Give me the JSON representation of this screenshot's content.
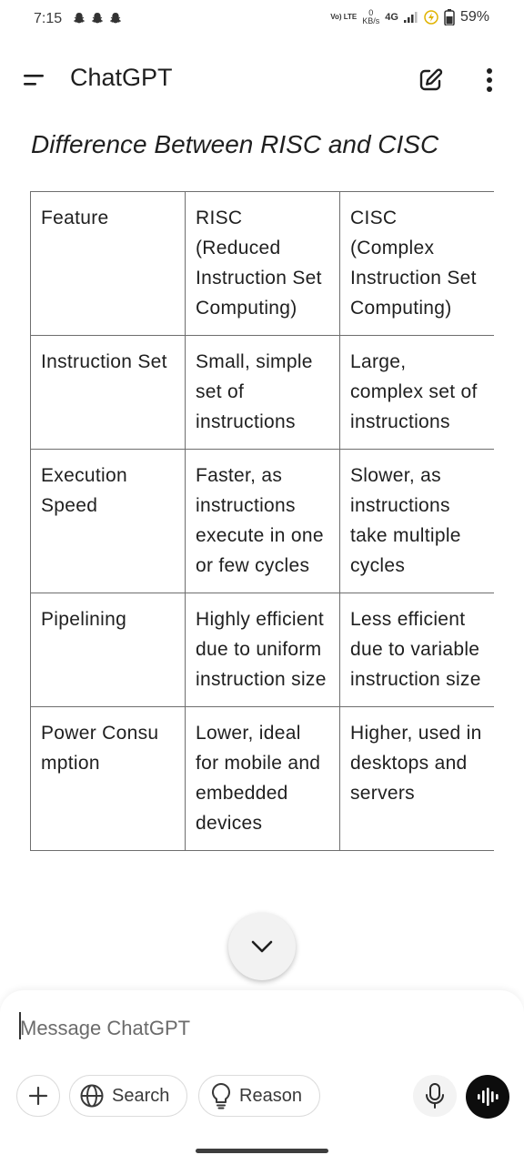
{
  "status": {
    "time": "7:15",
    "net_top": "0",
    "net_unit": "KB/s",
    "network": "4G",
    "battery": "59%",
    "lte_label": "Vo) LTE"
  },
  "header": {
    "title": "ChatGPT"
  },
  "content": {
    "heading": "Difference Between RISC and CISC",
    "table": {
      "headers": [
        "Feature",
        "RISC (Reduced Instruction Set Computing)",
        "CISC (Complex Instruction Set Computing)"
      ],
      "rows": [
        [
          "Instruction Set",
          "Small, simple set of instructions",
          "Large, complex set of instructions"
        ],
        [
          "Execution Speed",
          "Faster, as instructions execute in one or few cycles",
          "Slower, as instructions take multiple cycles"
        ],
        [
          "Pipelining",
          "Highly efficient due to uniform instruction size",
          "Less efficient due to variable instruction size"
        ],
        [
          "Power Consumption",
          "Lower, ideal for mobile and embedded devices",
          "Higher, used in desktops and servers"
        ]
      ]
    }
  },
  "composer": {
    "placeholder": "Message ChatGPT",
    "search_label": "Search",
    "reason_label": "Reason"
  },
  "icons": {
    "menu": "menu-icon",
    "edit": "new-chat-icon",
    "more": "more-vert-icon",
    "scroll": "chevron-down-icon",
    "plus": "plus-icon",
    "globe": "globe-icon",
    "bulb": "lightbulb-icon",
    "mic": "mic-icon",
    "voice": "voice-mode-icon"
  }
}
